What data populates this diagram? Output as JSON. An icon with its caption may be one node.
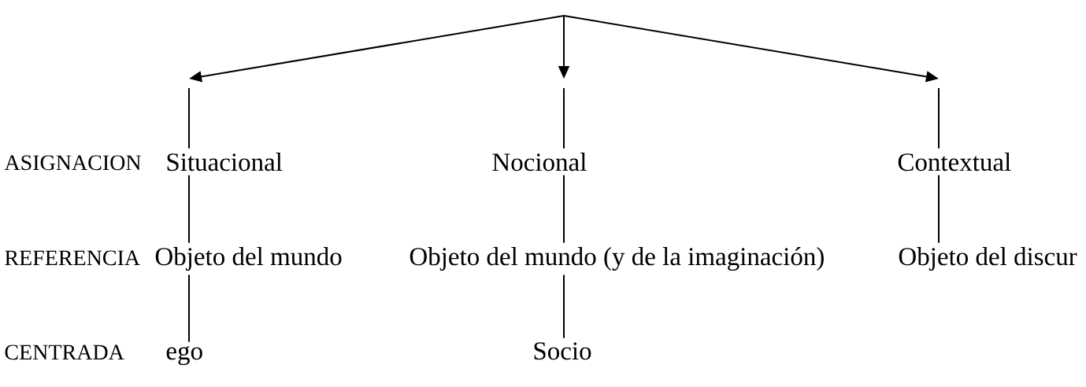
{
  "diagram": {
    "nodes": [
      {
        "text": [
          "Situacional"
        ]
      },
      {
        "text": [
          "Nocional"
        ]
      },
      {
        "text": [
          "Contextual"
        ]
      },
      {
        "text": [
          "Objeto del mundo"
        ]
      },
      {
        "text": [
          "Objeto del mundo (y de la imaginación)"
        ]
      },
      {
        "text": [
          "Objeto del discur"
        ]
      },
      {
        "text": [
          "ego"
        ]
      },
      {
        "text": [
          "Socio"
        ]
      }
    ],
    "edges": [
      {
        "from": null,
        "to": 0,
        "arrow": "none"
      },
      {
        "from": null,
        "to": 1,
        "arrow": "none"
      },
      {
        "from": null,
        "to": 2,
        "arrow": "none"
      },
      {
        "from": 0,
        "to": 3,
        "arrow": "none"
      },
      {
        "from": 3,
        "to": 6,
        "arrow": "none"
      },
      {
        "from": 1,
        "to": 4,
        "arrow": "none"
      },
      {
        "from": 4,
        "to": 7,
        "arrow": "none"
      },
      {
        "from": 2,
        "to": 5,
        "arrow": "none"
      }
    ],
    "labels": [
      "ASIGNACION",
      "REFERENCIA",
      "CENTRADA"
    ]
  }
}
